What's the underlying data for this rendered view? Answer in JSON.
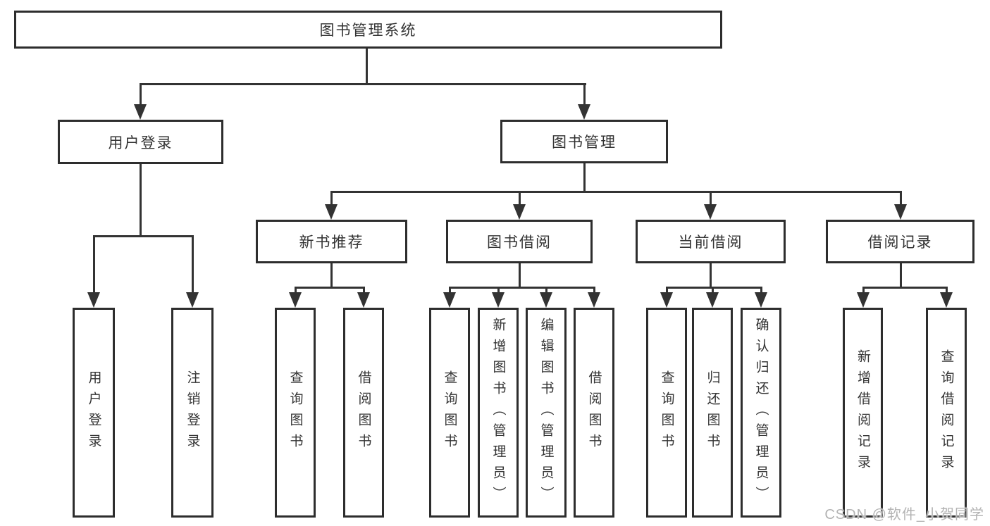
{
  "nodes": {
    "root": "图书管理系统",
    "level2": {
      "login": "用户登录",
      "mgmt": "图书管理"
    },
    "login_children": [
      "用户登录",
      "注销登录"
    ],
    "mgmt_children": [
      "新书推荐",
      "图书借阅",
      "当前借阅",
      "借阅记录"
    ],
    "newbook_children": [
      "查询图书",
      "借阅图书"
    ],
    "borrow_children": [
      "查询图书",
      "新增图书（管理员）",
      "编辑图书（管理员）",
      "借阅图书"
    ],
    "current_children": [
      "查询图书",
      "归还图书",
      "确认归还（管理员）"
    ],
    "record_children": [
      "新增借阅记录",
      "查询借阅记录"
    ]
  },
  "watermark": "CSDN @软件_小贺同学",
  "colors": {
    "line": "#333333",
    "box_border": "#2d2d2d",
    "text": "#333333",
    "background": "#ffffff",
    "watermark": "#b3b3b3"
  }
}
